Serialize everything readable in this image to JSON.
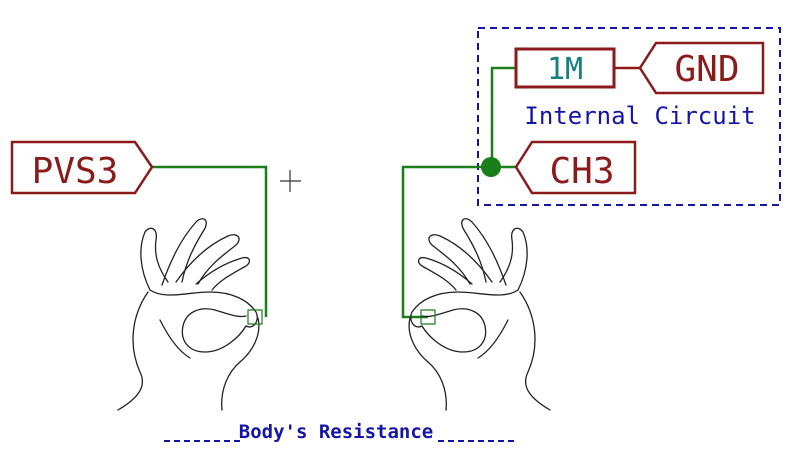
{
  "schematic": {
    "labels": {
      "pvs3": "PVS3",
      "ch3": "CH3",
      "gnd": "GND"
    },
    "resistor": {
      "value": "1M"
    },
    "notes": {
      "internal_circuit": "Internal Circuit",
      "body_resistance": "Body's Resistance"
    }
  },
  "colors": {
    "wire": "#1a7f1a",
    "label_border": "#8b1a1a",
    "label_text": "#8b1a1a",
    "resistor_text": "#138080",
    "note_text": "#1414a8",
    "dashed_box": "#1414a8",
    "hand_stroke": "#222222"
  }
}
